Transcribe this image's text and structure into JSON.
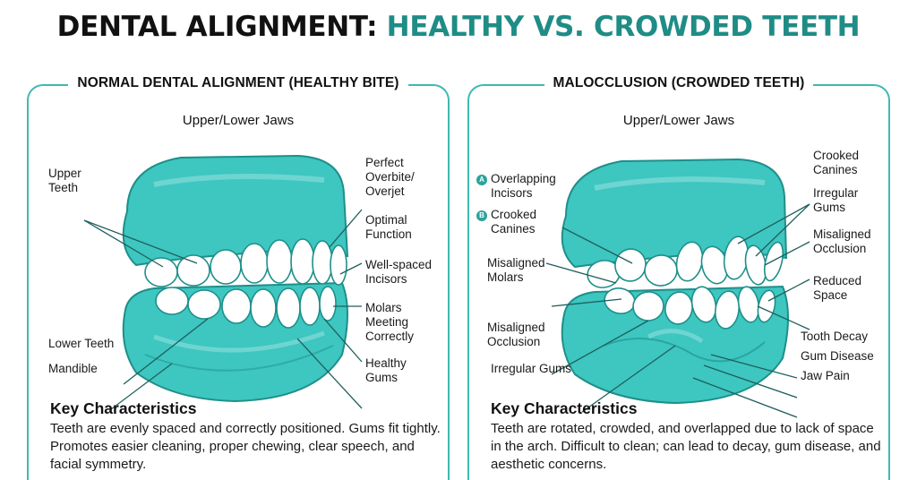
{
  "title": {
    "part1": "DENTAL ALIGNMENT:",
    "part2": "HEALTHY VS. CROWDED TEETH"
  },
  "colors": {
    "accent": "#1f8c86",
    "frame": "#3fb9b3",
    "gum": "#3ec6c0",
    "gum_dark": "#1e8f8a",
    "tooth": "#ffffff"
  },
  "left": {
    "title": "NORMAL DENTAL ALIGNMENT (HEALTHY BITE)",
    "subtitle": "Upper/Lower Jaws",
    "labels": {
      "upper_teeth": "Upper\nTeeth",
      "lower_teeth": "Lower Teeth",
      "mandible": "Mandible",
      "overbite": "Perfect\nOverbite/\nOverjet",
      "function": "Optimal\nFunction",
      "incisors": "Well-spaced\nIncisors",
      "molars": "Molars\nMeeting\nCorrectly",
      "gums": "Healthy\nGums"
    },
    "key_title": "Key Characteristics",
    "key_text": "Teeth are evenly spaced and correctly positioned. Gums fit tightly. Promotes easier cleaning, proper chewing, clear speech, and facial symmetry."
  },
  "right": {
    "title": "MALOCCLUSION (CROWDED TEETH)",
    "subtitle": "Upper/Lower Jaws",
    "badges": {
      "a": "A",
      "b": "B"
    },
    "labels": {
      "overlapping": "Overlapping\nIncisors",
      "crooked_left": "Crooked\nCanines",
      "mis_molars": "Misaligned\nMolars",
      "mis_occlusion_left": "Misaligned\nOcclusion",
      "irregular_gums_bottom": "Irregular Gums",
      "crooked_right": "Crooked\nCanines",
      "irregular_gums_right": "Irregular\nGums",
      "mis_occlusion_right": "Misaligned\nOcclusion",
      "reduced_space": "Reduced\nSpace",
      "decay": "Tooth Decay",
      "gum_disease": "Gum Disease",
      "jaw_pain": "Jaw Pain"
    },
    "key_title": "Key Characteristics",
    "key_text": "Teeth are rotated, crowded, and overlapped due to lack of space in the arch. Difficult to clean; can lead to decay, gum disease, and aesthetic concerns."
  }
}
